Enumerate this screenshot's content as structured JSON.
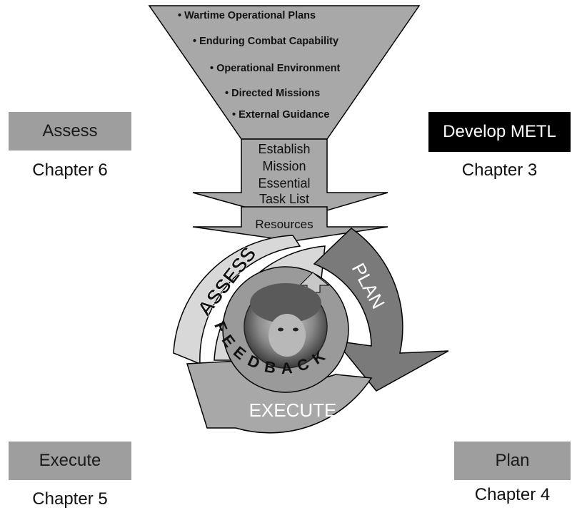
{
  "funnel": {
    "items": [
      "• Wartime Operational Plans",
      "• Enduring Combat Capability",
      "• Operational Environment",
      "• Directed Missions",
      "• External Guidance"
    ]
  },
  "stem": {
    "lines": [
      "Establish",
      "Mission",
      "Essential",
      "Task List"
    ],
    "resources": "Resources"
  },
  "cycle": {
    "assess": "ASSESS",
    "plan": "PLAN",
    "execute": "EXECUTE",
    "feedback": "FEEDBACK"
  },
  "corners": {
    "assess": {
      "label": "Assess",
      "chapter": "Chapter 6"
    },
    "develop": {
      "label": "Develop METL",
      "chapter": "Chapter 3"
    },
    "execute": {
      "label": "Execute",
      "chapter": "Chapter 5"
    },
    "plan": {
      "label": "Plan",
      "chapter": "Chapter 4"
    }
  },
  "colors": {
    "light_gray": "#d8d8d8",
    "mid_gray": "#a8a8a8",
    "dark_gray": "#7a7a7a",
    "black": "#000000"
  }
}
